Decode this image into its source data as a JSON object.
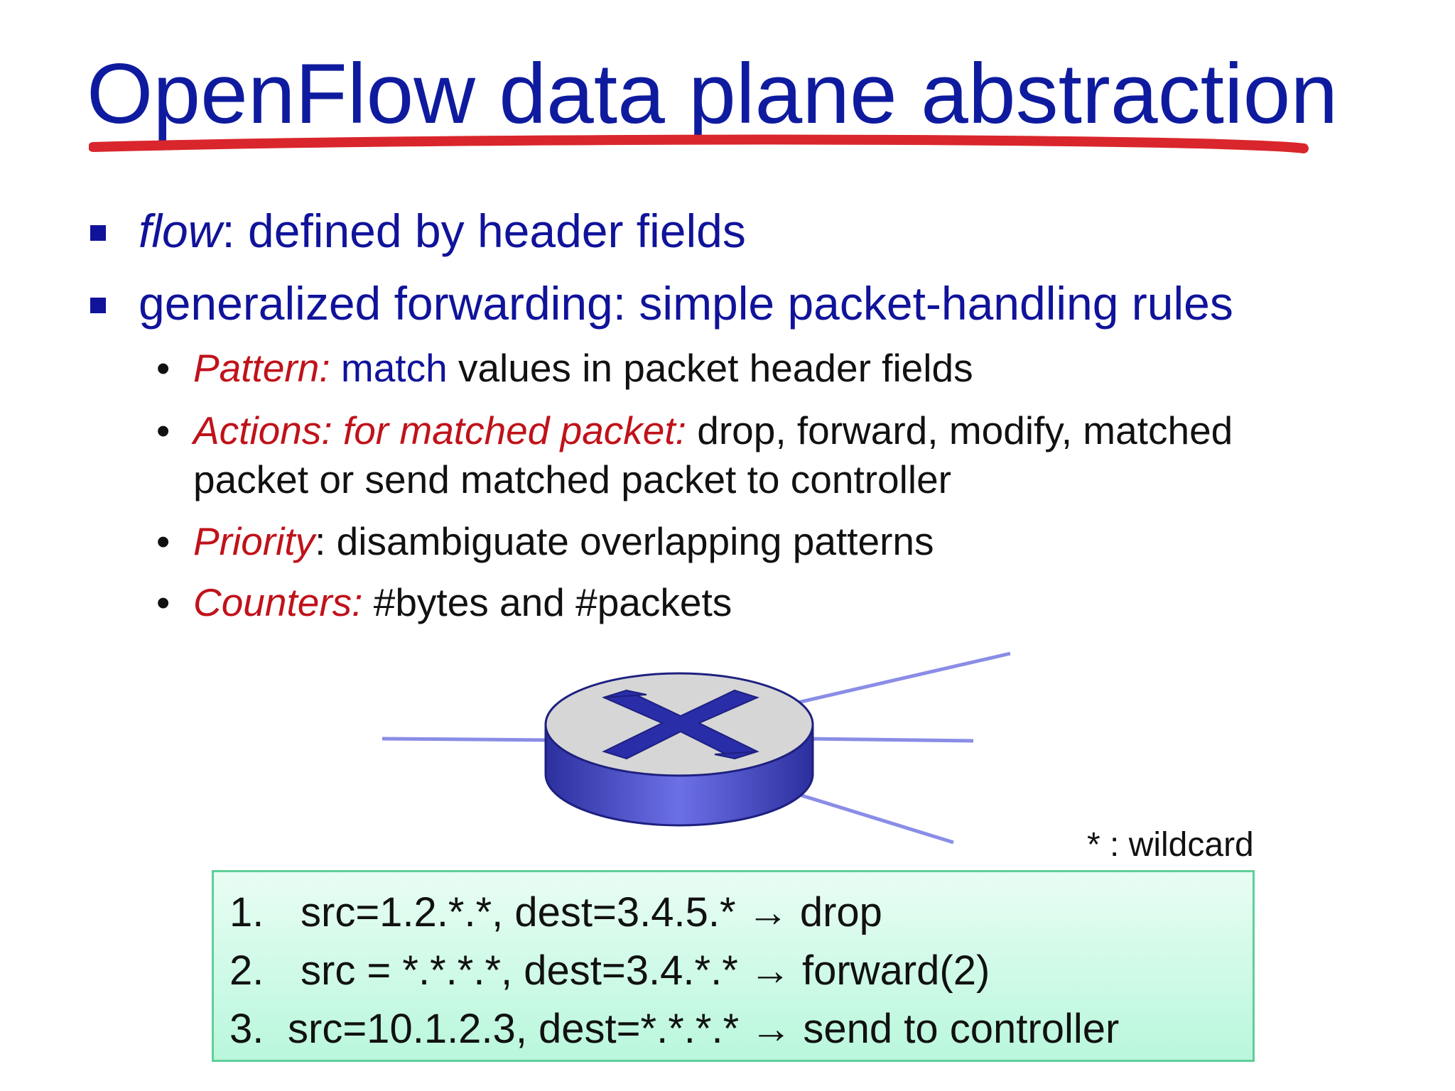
{
  "slide": {
    "title": "OpenFlow data plane abstraction",
    "bullets": [
      {
        "italic": "flow",
        "text": ": defined by header fields"
      },
      {
        "text": "generalized forwarding: simple packet-handling rules"
      }
    ],
    "subbullets": [
      {
        "label": "Pattern:",
        "blue": " match",
        "text": " values in packet header fields"
      },
      {
        "label": "Actions: for matched packet:",
        "text": " drop, forward, modify, matched",
        "text2": "packet or send matched packet to controller"
      },
      {
        "label": "Priority",
        "text": ": disambiguate overlapping patterns"
      },
      {
        "label": "Counters:",
        "text": " #bytes and #packets"
      }
    ],
    "wildcard_note": "* : wildcard",
    "rules": [
      {
        "num": "1.",
        "text": "src=1.2.*.*, dest=3.4.5.* → drop"
      },
      {
        "num": "2.",
        "text": "src = *.*.*.*, dest=3.4.*.* → forward(2)"
      },
      {
        "num": "3.",
        "text": "src=10.1.2.3, dest=*.*.*.* → send to controller"
      }
    ],
    "colors": {
      "title": "#0f1b9e",
      "underline": "#d9262c",
      "label_red": "#c0121a",
      "rules_box_border": "#5fcf98",
      "router_blue": "#3b3fc1",
      "link_lines": "#8a8de6"
    },
    "icons": [
      "square-bullet-icon",
      "round-bullet-icon",
      "router-icon",
      "right-arrow-icon"
    ]
  }
}
